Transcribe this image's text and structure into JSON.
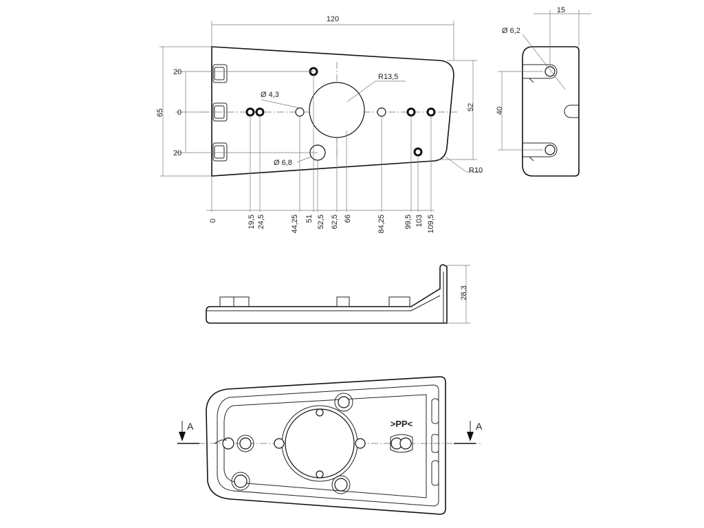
{
  "top_view": {
    "overall_width": "120",
    "dim_65": "65",
    "dim_52": "52",
    "dim_20_top": "20",
    "dim_0_mid": "0",
    "dim_20_bottom": "20",
    "radius_13_5": "R13,5",
    "dia_4_3": "Ø 4,3",
    "dia_6_8": "Ø 6,8",
    "radius_10": "R10",
    "bottom_dims": [
      "0",
      "19,5",
      "24,5",
      "44,25",
      "51",
      "52,5",
      "62,5",
      "66",
      "84,25",
      "99,5",
      "103",
      "109,5"
    ]
  },
  "side_view": {
    "width_15": "15",
    "dia_6_2": "Ø 6,2",
    "height_40": "40"
  },
  "front_view": {
    "height_28_3": "28,3"
  },
  "bottom_view": {
    "section_left": "A",
    "section_right": "A",
    "marking": ">PP<"
  }
}
